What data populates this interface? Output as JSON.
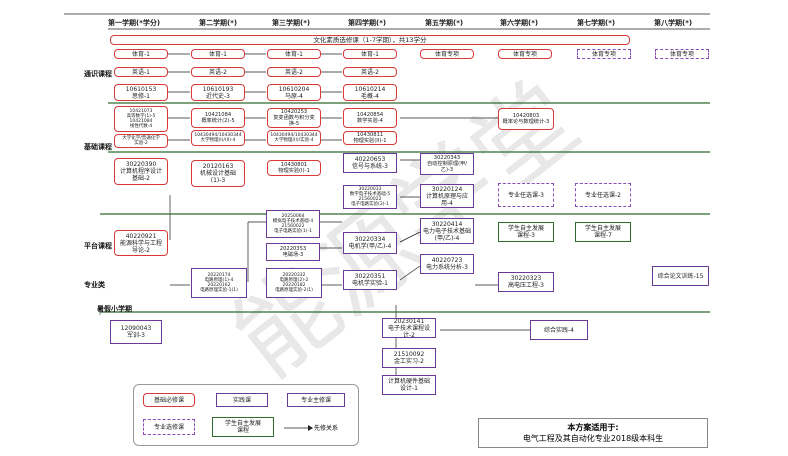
{
  "semesters": [
    "第一学期(*学分)",
    "第二学期(*)",
    "第三学期(*)",
    "第四学期(*)",
    "第五学期(*)",
    "第六学期(*)",
    "第七学期(*)",
    "第八学期(*)"
  ],
  "rows": {
    "general": "通识课程",
    "basic": "基础课程",
    "platform": "平台课程",
    "major": "专业类",
    "summer": "暑假小学期"
  },
  "banner": "文化素质选修课（1-7学期），共13学分",
  "courses": {
    "pe1": "体育-1",
    "pe2": "体育-1",
    "pe3": "体育-1",
    "pe4": "体育-1",
    "pe5": "体育专项",
    "pe6": "体育专项",
    "pe7": "体育专项",
    "pe8": "体育专项",
    "en1": "英语-1",
    "en2": "英语-2",
    "en3": "英语-2",
    "en4": "英语-2",
    "c1": "10610153\n思修-1",
    "c2": "10610193\n近代史-3",
    "c3": "10610204\n马原-4",
    "c4": "10610214\n毛概-4",
    "m1": "10421073\n高等数学(1)-5\n10421084\n线性代数-4",
    "m2": "10421084\n概率统计(2)-5",
    "m3": "10420253\n复变函数与积分变换-5",
    "m4": "10420854\n数学实验-4",
    "m6": "10420803\n概率论与数理统计-3",
    "ph1": "大学化学/普通化学\n实验-2",
    "ph2": "10430494/10430344\n大学物理(I)/(II)-4",
    "ph3": "10430494/10430344\n大学物理(II)/实验-4",
    "ph4": "10430811\n物理实验(II)-1",
    "cs1": "30220390\n计算机程序设计\n基础-2",
    "cs2": "20120163\n机械设计基础\n(1)-3",
    "cs3": "10430801\n物理实验(I)-1",
    "p3a": "20250064\n模拟电子技术基础-4\n21560022\n电子电路实验(1)-1",
    "p3b": "20220353\n电磁场-3",
    "p4a": "40220653\n信号与系统-3",
    "p4b": "30220033\n数字电子技术基础-5\n21560022\n电子电路实验(2)-1",
    "p4c": "30220334\n电机学(甲/乙)-4",
    "p4d": "30220351\n电机学实验-1",
    "p5a": "30220343\n自动控制原理(甲/乙)-3",
    "p5b": "30220124\n计算机原理与应用-4",
    "p5c": "30220414\n电力电子技术基础(甲/乙)-4",
    "p5d": "40220723\n电力系统分析-3",
    "p6a": "专业任选课-3",
    "p6b": "学生自主发展\n课程-3",
    "p6c": "30220323\n高电压工程-3",
    "p7a": "专业任选课-2",
    "p7b": "学生自主发展\n课程-7",
    "p8a": "综合论文训练-15",
    "pl1": "40220921\n能源科学与工程\n导论-2",
    "mj2": "20220174\n电路原理(1)-4\n20220162\n电路原理实验-1(1)",
    "mj3": "20220332\n电路原理(2)-2\n20220182\n电路原理实验-2(1)",
    "s1": "12090043\n军训-3",
    "s4a": "20230141\n电子技术课程设计-2",
    "s4b": "21510092\n金工实习-2",
    "s4c": "计算机硬件基础\n设计-1",
    "s6": "综合实践-4"
  },
  "legend": {
    "required": "基础必修课",
    "practice": "实践课",
    "major_main": "专业主修课",
    "major_elective": "专业选修课",
    "self_dev": "学生自主发展\n课程",
    "prereq": "先修关系"
  },
  "note": {
    "line1": "本方案适用于:",
    "line2": "电气工程及其自动化专业2018级本科生"
  },
  "watermark": "能源学堂",
  "colors": {
    "required": "#d83a3a",
    "practice": "#6a3b96",
    "major": "#5b2e7a",
    "elective": "#8a4ab8",
    "self": "#2f6b2f",
    "sep": "#2f6b2f"
  }
}
